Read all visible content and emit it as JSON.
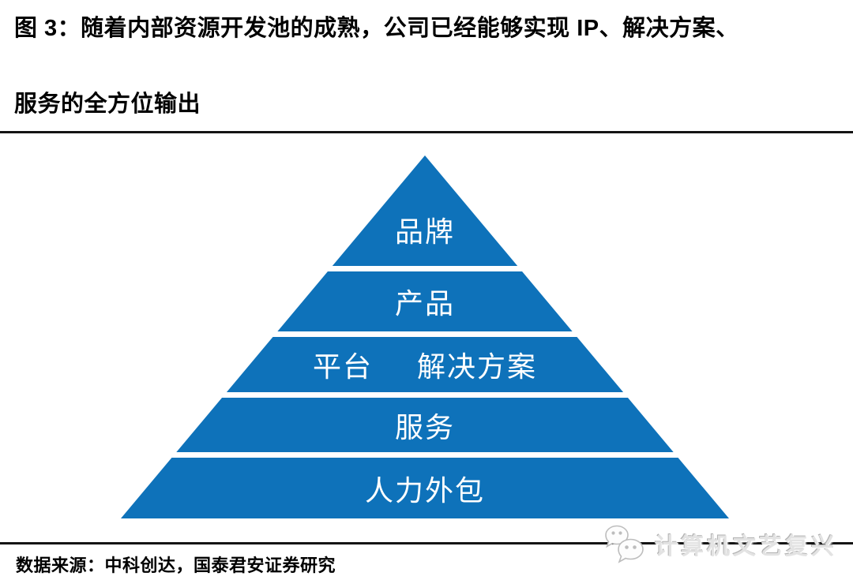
{
  "figure": {
    "title_line1": "图 3：随着内部资源开发池的成熟，公司已经能够实现 IP、解决方案、",
    "title_line2": "服务的全方位输出"
  },
  "pyramid": {
    "type": "pyramid-diagram",
    "fill_color": "#0E72BA",
    "text_color": "#FFFFFF",
    "levels": [
      {
        "labels": [
          "品牌"
        ]
      },
      {
        "labels": [
          "产品"
        ]
      },
      {
        "labels": [
          "平台",
          "解决方案"
        ]
      },
      {
        "labels": [
          "服务"
        ]
      },
      {
        "labels": [
          "人力外包"
        ]
      }
    ]
  },
  "footer": {
    "source_text": "数据来源：中科创达，国泰君安证券研究",
    "watermark_text": "计算机文艺复兴",
    "watermark_icon": "chat-bubbles-icon"
  }
}
